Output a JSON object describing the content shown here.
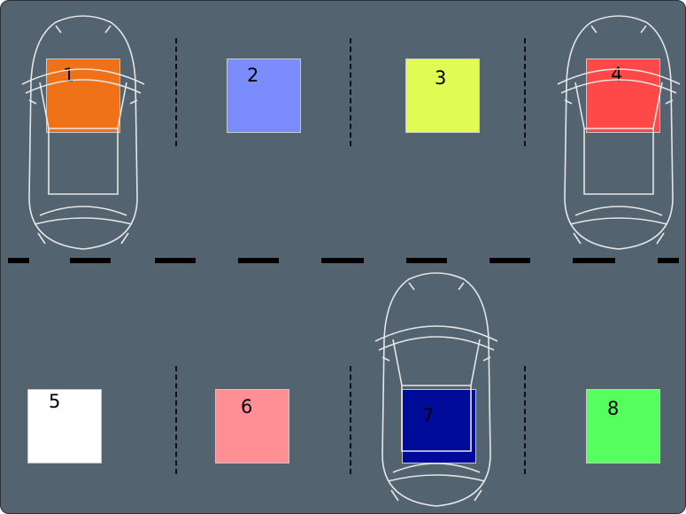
{
  "colors": {
    "background": "#53636f",
    "car_outline": "#e6e6e6",
    "lines": "#000000"
  },
  "slots": [
    {
      "number": "1",
      "color": "#ef7118",
      "occupied": true
    },
    {
      "number": "2",
      "color": "#7b8cff",
      "occupied": false
    },
    {
      "number": "3",
      "color": "#e1fb55",
      "occupied": false
    },
    {
      "number": "4",
      "color": "#ff4848",
      "occupied": true
    },
    {
      "number": "5",
      "color": "#ffffff",
      "occupied": false
    },
    {
      "number": "6",
      "color": "#ff8e95",
      "occupied": false
    },
    {
      "number": "7",
      "color": "#000c99",
      "occupied": true
    },
    {
      "number": "8",
      "color": "#55ff5e",
      "occupied": false
    }
  ]
}
